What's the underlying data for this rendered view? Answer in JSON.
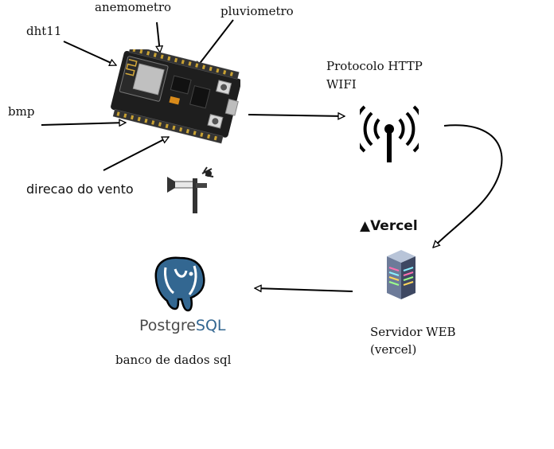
{
  "labels": {
    "anemometro": "anemometro",
    "pluviometro": "pluviometro",
    "dht11": "dht11",
    "bmp": "bmp",
    "direcao": "direcao do vento",
    "protocolo": "Protocolo HTTP",
    "wifi": "WIFI",
    "servidor": "Servidor WEB",
    "vercel_paren": "(vercel)",
    "banco": "banco de dados sql"
  },
  "logos": {
    "vercel": "Vercel",
    "postgres_part1": "Postgre",
    "postgres_part2": "SQL",
    "postgres_color": "#336791"
  },
  "icons": [
    "esp8266-board-icon",
    "wind-vane-icon",
    "wifi-antenna-icon",
    "server-icon",
    "postgresql-elephant-icon",
    "vercel-triangle-icon"
  ]
}
